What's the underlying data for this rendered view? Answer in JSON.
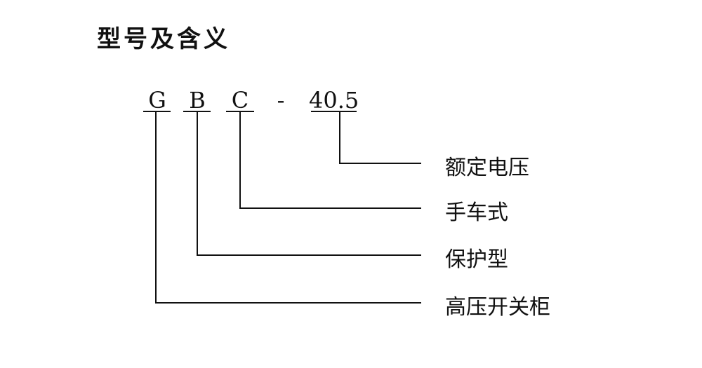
{
  "title": "型号及含义",
  "code_parts": [
    "G",
    "B",
    "C",
    "-",
    "40.5"
  ],
  "meanings": [
    "额定电压",
    "手车式",
    "保护型",
    "高压开关柜"
  ]
}
